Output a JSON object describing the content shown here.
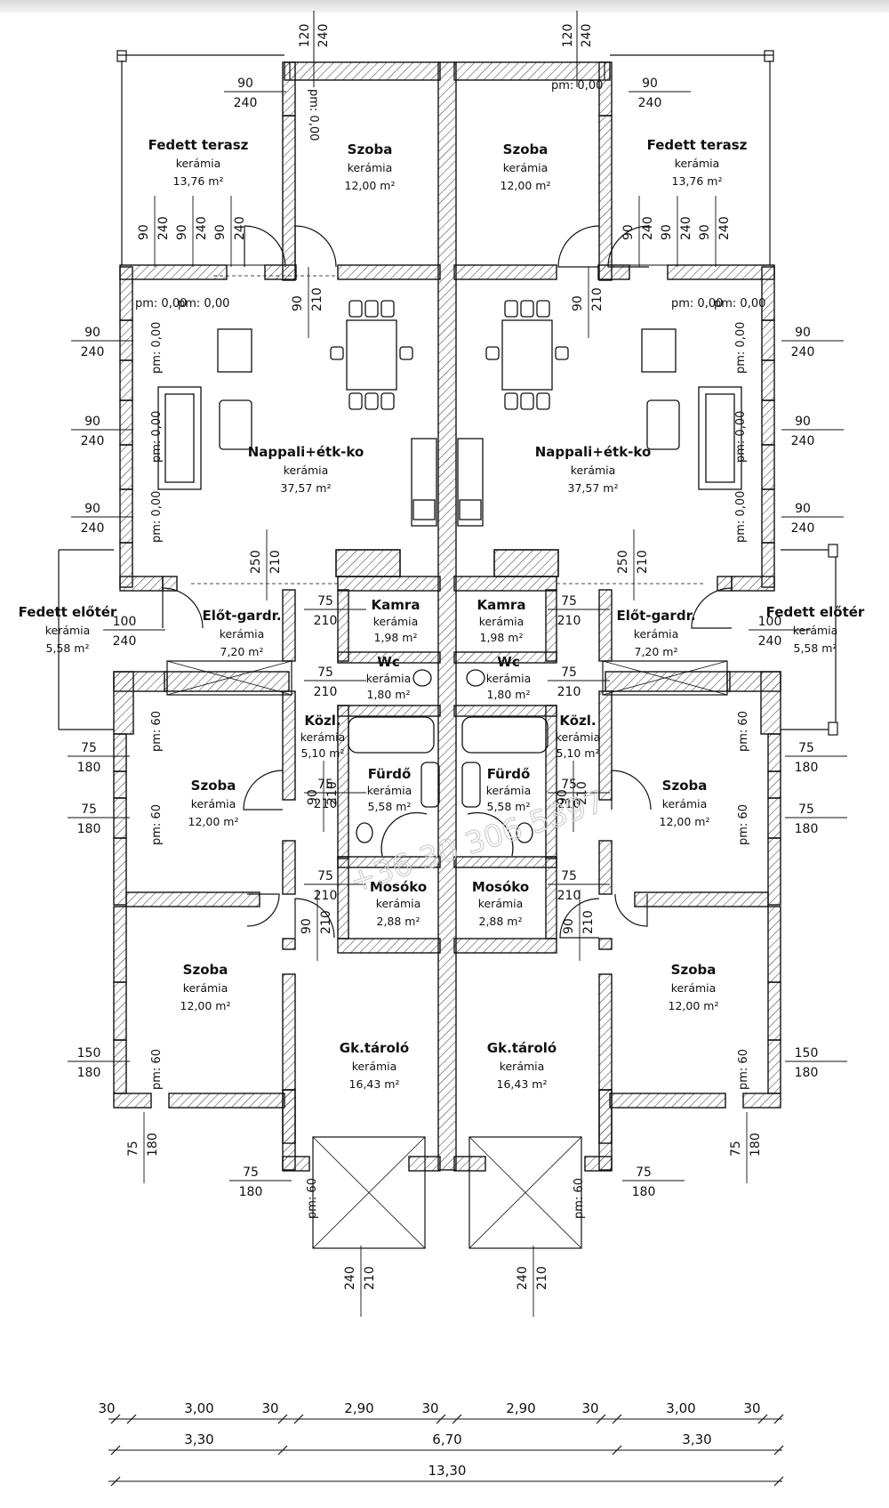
{
  "rooms": [
    {
      "id": "terrace-left",
      "name": "Fedett terasz",
      "material": "kerámia",
      "area": "13,76 m²"
    },
    {
      "id": "bedroom-top-left",
      "name": "Szoba",
      "material": "kerámia",
      "area": "12,00 m²"
    },
    {
      "id": "bedroom-top-right",
      "name": "Szoba",
      "material": "kerámia",
      "area": "12,00 m²"
    },
    {
      "id": "terrace-right",
      "name": "Fedett terasz",
      "material": "kerámia",
      "area": "13,76 m²"
    },
    {
      "id": "living-left",
      "name": "Nappali+étk-ko",
      "material": "kerámia",
      "area": "37,57 m²"
    },
    {
      "id": "living-right",
      "name": "Nappali+étk-ko",
      "material": "kerámia",
      "area": "37,57 m²"
    },
    {
      "id": "pantry-left",
      "name": "Kamra",
      "material": "kerámia",
      "area": "1,98 m²"
    },
    {
      "id": "pantry-right",
      "name": "Kamra",
      "material": "kerámia",
      "area": "1,98 m²"
    },
    {
      "id": "hall-left",
      "name": "Előt-gardr.",
      "material": "kerámia",
      "area": "7,20 m²"
    },
    {
      "id": "hall-right",
      "name": "Előt-gardr.",
      "material": "kerámia",
      "area": "7,20 m²"
    },
    {
      "id": "porch-left",
      "name": "Fedett előtér",
      "material": "kerámia",
      "area": "5,58 m²"
    },
    {
      "id": "porch-right",
      "name": "Fedett előtér",
      "material": "kerámia",
      "area": "5,58 m²"
    },
    {
      "id": "wc-left",
      "name": "Wc",
      "material": "kerámia",
      "area": "1,80 m²"
    },
    {
      "id": "wc-right",
      "name": "Wc",
      "material": "kerámia",
      "area": "1,80 m²"
    },
    {
      "id": "corridor-left",
      "name": "Közl.",
      "material": "kerámia",
      "area": "5,10 m²"
    },
    {
      "id": "corridor-right",
      "name": "Közl.",
      "material": "kerámia",
      "area": "5,10 m²"
    },
    {
      "id": "bath-left",
      "name": "Fürdő",
      "material": "kerámia",
      "area": "5,58 m²"
    },
    {
      "id": "bath-right",
      "name": "Fürdő",
      "material": "kerámia",
      "area": "5,58 m²"
    },
    {
      "id": "bedroom-mid-left",
      "name": "Szoba",
      "material": "kerámia",
      "area": "12,00 m²"
    },
    {
      "id": "bedroom-mid-right",
      "name": "Szoba",
      "material": "kerámia",
      "area": "12,00 m²"
    },
    {
      "id": "laundry-left",
      "name": "Mosóko",
      "material": "kerámia",
      "area": "2,88 m²"
    },
    {
      "id": "laundry-right",
      "name": "Mosóko",
      "material": "kerámia",
      "area": "2,88 m²"
    },
    {
      "id": "bedroom-bottom-left",
      "name": "Szoba",
      "material": "kerámia",
      "area": "12,00 m²"
    },
    {
      "id": "bedroom-bottom-right",
      "name": "Szoba",
      "material": "kerámia",
      "area": "12,00 m²"
    },
    {
      "id": "garage-left",
      "name": "Gk.tároló",
      "material": "kerámia",
      "area": "16,43 m²"
    },
    {
      "id": "garage-right",
      "name": "Gk.tároló",
      "material": "kerámia",
      "area": "16,43 m²"
    }
  ],
  "openings": [
    {
      "id": "top-left-window",
      "top": "120",
      "bottom": "240"
    },
    {
      "id": "top-right-window",
      "top": "120",
      "bottom": "240"
    },
    {
      "id": "terrace-left-side",
      "top": "90",
      "bottom": "240"
    },
    {
      "id": "terrace-right-side",
      "top": "90",
      "bottom": "240"
    },
    {
      "id": "living-left-w1",
      "top": "90",
      "bottom": "240"
    },
    {
      "id": "living-left-w2",
      "top": "90",
      "bottom": "240"
    },
    {
      "id": "living-left-w3",
      "top": "90",
      "bottom": "240"
    },
    {
      "id": "living-right-w1",
      "top": "90",
      "bottom": "240"
    },
    {
      "id": "living-right-w2",
      "top": "90",
      "bottom": "240"
    },
    {
      "id": "living-right-w3",
      "top": "90",
      "bottom": "240"
    },
    {
      "id": "entry-left",
      "top": "100",
      "bottom": "240"
    },
    {
      "id": "entry-right",
      "top": "100",
      "bottom": "240"
    },
    {
      "id": "kamra-left",
      "top": "75",
      "bottom": "210"
    },
    {
      "id": "kamra-right",
      "top": "75",
      "bottom": "210"
    },
    {
      "id": "wc-left",
      "top": "75",
      "bottom": "210"
    },
    {
      "id": "wc-right",
      "top": "75",
      "bottom": "210"
    },
    {
      "id": "bath-left",
      "top": "75",
      "bottom": "210"
    },
    {
      "id": "bath-right",
      "top": "75",
      "bottom": "210"
    },
    {
      "id": "laundry-left",
      "top": "75",
      "bottom": "210"
    },
    {
      "id": "laundry-right",
      "top": "75",
      "bottom": "210"
    },
    {
      "id": "mid-room-left-w1",
      "top": "75",
      "bottom": "180"
    },
    {
      "id": "mid-room-left-w2",
      "top": "75",
      "bottom": "180"
    },
    {
      "id": "mid-room-right-w1",
      "top": "75",
      "bottom": "180"
    },
    {
      "id": "mid-room-right-w2",
      "top": "75",
      "bottom": "180"
    },
    {
      "id": "bottom-room-left-w",
      "top": "150",
      "bottom": "180"
    },
    {
      "id": "bottom-room-right-w",
      "top": "150",
      "bottom": "180"
    },
    {
      "id": "garage-left-w",
      "top": "75",
      "bottom": "180"
    },
    {
      "id": "garage-right-w",
      "top": "75",
      "bottom": "180"
    }
  ],
  "vertical_dims": [
    {
      "id": "top-left-top",
      "a": "120",
      "b": "240"
    },
    {
      "id": "top-right-top",
      "a": "120",
      "b": "240"
    },
    {
      "id": "terr-l-1",
      "a": "90",
      "b": "240"
    },
    {
      "id": "terr-l-2",
      "a": "90",
      "b": "240"
    },
    {
      "id": "terr-l-3",
      "a": "90",
      "b": "240"
    },
    {
      "id": "terr-r-1",
      "a": "90",
      "b": "240"
    },
    {
      "id": "terr-r-2",
      "a": "90",
      "b": "240"
    },
    {
      "id": "terr-r-3",
      "a": "90",
      "b": "240"
    },
    {
      "id": "door-l-top",
      "a": "90",
      "b": "210"
    },
    {
      "id": "door-r-top",
      "a": "90",
      "b": "210"
    },
    {
      "id": "living-l-wall",
      "a": "250",
      "b": "210"
    },
    {
      "id": "living-r-wall",
      "a": "250",
      "b": "210"
    },
    {
      "id": "mid-l-door",
      "a": "90",
      "b": "210"
    },
    {
      "id": "mid-r-door",
      "a": "90",
      "b": "210"
    },
    {
      "id": "low-l-door",
      "a": "90",
      "b": "210"
    },
    {
      "id": "low-r-door",
      "a": "90",
      "b": "210"
    },
    {
      "id": "bot-l-win",
      "a": "75",
      "b": "180"
    },
    {
      "id": "bot-r-win",
      "a": "75",
      "b": "180"
    },
    {
      "id": "garage-l-door",
      "a": "240",
      "b": "210"
    },
    {
      "id": "garage-r-door",
      "a": "240",
      "b": "210"
    }
  ],
  "floor_levels": {
    "zero": "pm: 0,00",
    "sixty": "pm: 60",
    "zero_rot": "pm: 0,00"
  },
  "dimension_chain": {
    "row1": [
      "30",
      "3,00",
      "30",
      "2,90",
      "30",
      "2,90",
      "30",
      "3,00",
      "30"
    ],
    "row2": [
      "3,30",
      "6,70",
      "3,30"
    ],
    "row3": [
      "13,30"
    ]
  },
  "watermark": "+36 30 306 5397",
  "colors": {
    "line": "#111111",
    "hatch": "#333333",
    "paper": "#ffffff"
  }
}
